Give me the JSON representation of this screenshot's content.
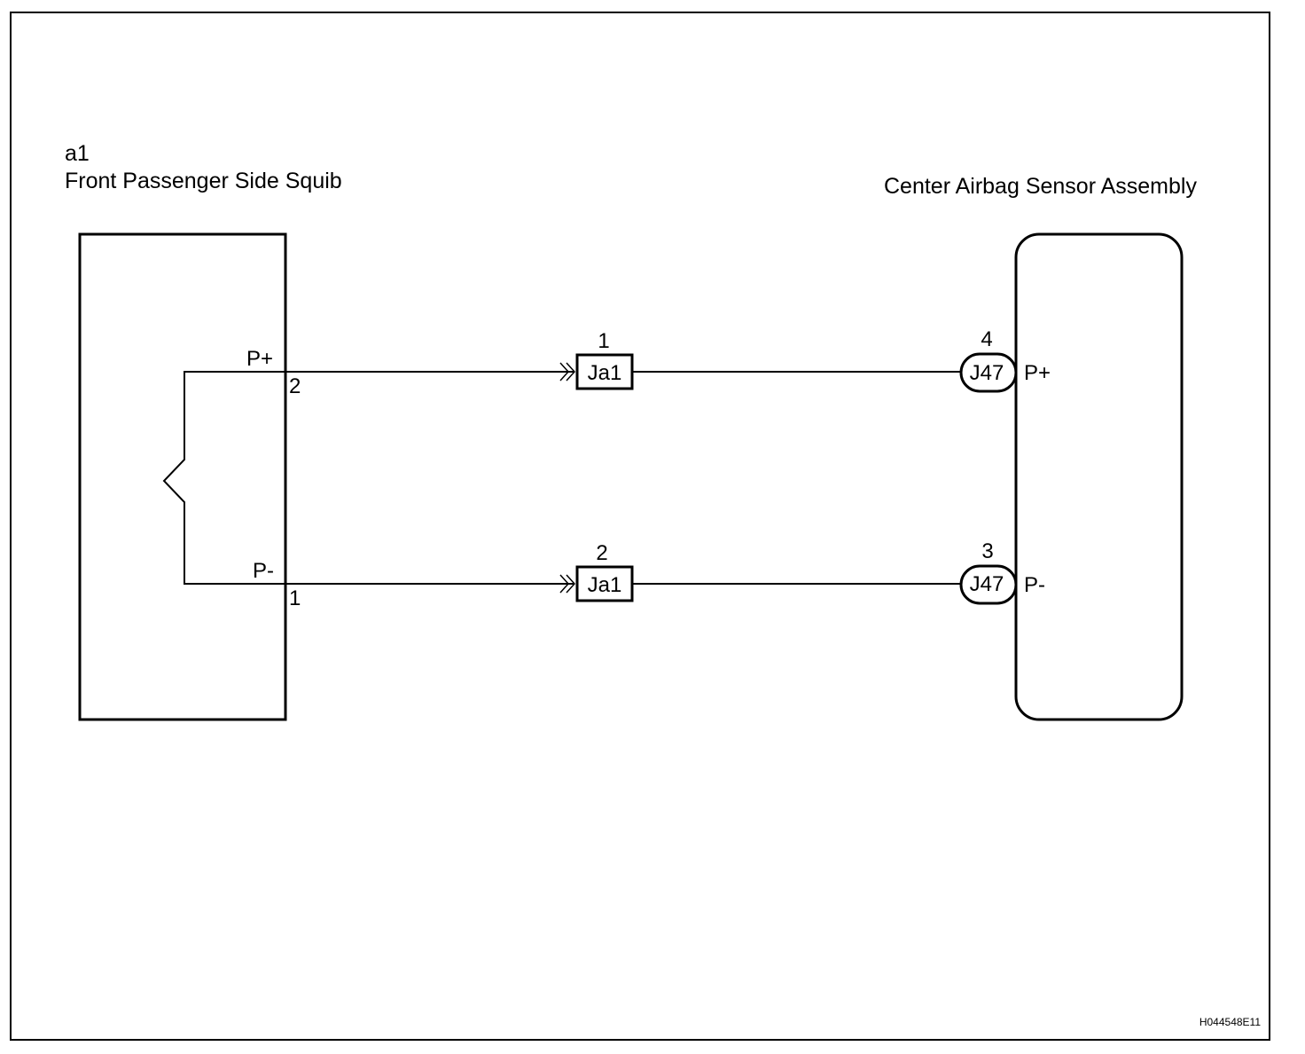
{
  "left_component": {
    "code": "a1",
    "name": "Front Passenger Side Squib",
    "terminals": [
      {
        "signal": "P+",
        "pin": "2"
      },
      {
        "signal": "P-",
        "pin": "1"
      }
    ]
  },
  "right_component": {
    "name": "Center Airbag Sensor Assembly",
    "terminals": [
      {
        "signal": "P+",
        "connector": "J47",
        "pin": "4"
      },
      {
        "signal": "P-",
        "connector": "J47",
        "pin": "3"
      }
    ]
  },
  "junction_connectors": [
    {
      "label": "Ja1",
      "pin": "1"
    },
    {
      "label": "Ja1",
      "pin": "2"
    }
  ],
  "illustration_code": "H044548E11"
}
